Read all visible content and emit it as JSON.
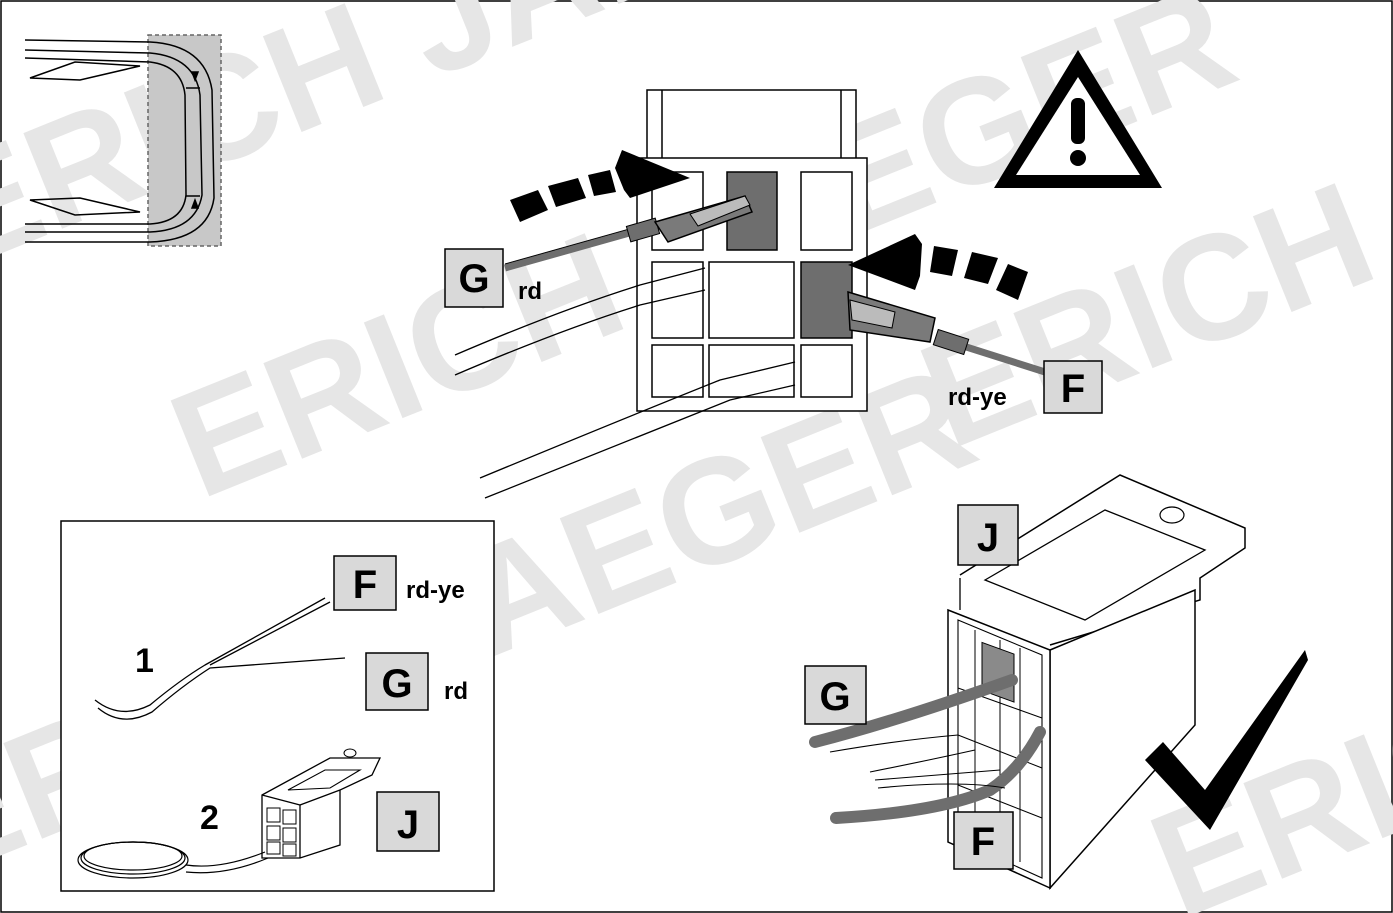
{
  "watermark": {
    "text_1": "ERICH JAEGER",
    "text_2": "ERICH JAEGER",
    "text_3": "ERICH JAEGER",
    "text_4": "ERICH JAEGER",
    "text_5": "ERICH JAEGER",
    "color": "#e6e6e6"
  },
  "main_connector": {
    "wire_g": {
      "letter": "G",
      "color_code": "rd"
    },
    "wire_f": {
      "letter": "F",
      "color_code": "rd-ye"
    },
    "cavity_fill": "#6e6e6e"
  },
  "inset": {
    "step_1": "1",
    "step_2": "2",
    "wire_f": {
      "letter": "F",
      "color_code": "rd-ye"
    },
    "wire_g": {
      "letter": "G",
      "color_code": "rd"
    },
    "housing": {
      "letter": "J"
    }
  },
  "result": {
    "housing": {
      "letter": "J"
    },
    "wire_g": {
      "letter": "G"
    },
    "wire_f": {
      "letter": "F"
    }
  },
  "colors": {
    "label_box": "#d9d9d9",
    "vehicle_highlight": "#c8c8c8",
    "wire": "#6e6e6e"
  },
  "icons": {
    "warning": "warning-triangle-icon",
    "check": "checkmark-icon"
  }
}
